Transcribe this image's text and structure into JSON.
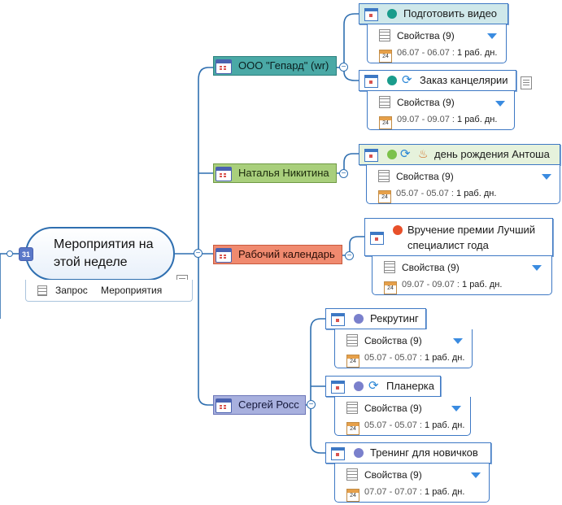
{
  "root": {
    "title": "Мероприятия на этой неделе",
    "calendar_day": "31",
    "query_label": "Запрос",
    "query_value": "Мероприятия"
  },
  "branches": [
    {
      "label": "ООО \"Гепард\" (wr)",
      "tasks": [
        {
          "label": "Подготовить видео",
          "props": "Свойства (9)",
          "dates": "06.07 - 06.07 :",
          "duration": "1 раб. дн."
        },
        {
          "label": "Заказ канцелярии",
          "props": "Свойства (9)",
          "dates": "09.07 - 09.07 :",
          "duration": "1 раб. дн."
        }
      ]
    },
    {
      "label": "Наталья Никитина",
      "tasks": [
        {
          "label": "день рождения Антоша",
          "props": "Свойства (9)",
          "dates": "05.07 - 05.07 :",
          "duration": "1 раб. дн."
        }
      ]
    },
    {
      "label": "Рабочий календарь",
      "tasks": [
        {
          "label_line1": "Вручение премии Лучший",
          "label_line2": "специалист года",
          "props": "Свойства (9)",
          "dates": "09.07 - 09.07 :",
          "duration": "1 раб. дн."
        }
      ]
    },
    {
      "label": "Сергей Росс",
      "tasks": [
        {
          "label": "Рекрутинг",
          "props": "Свойства (9)",
          "dates": "05.07 - 05.07 :",
          "duration": "1 раб. дн."
        },
        {
          "label": "Планерка",
          "props": "Свойства (9)",
          "dates": "05.07 - 05.07 :",
          "duration": "1 раб. дн."
        },
        {
          "label": "Тренинг для новичков",
          "props": "Свойства (9)",
          "dates": "07.07 - 07.07 :",
          "duration": "1 раб. дн."
        }
      ]
    }
  ],
  "colors": {
    "connector": "#2f6fb0",
    "gepard": "#4aa9a6",
    "natalia": "#a9cf7c",
    "rabochiy": "#f08a6f",
    "sergey": "#a8b0de",
    "dot_teal": "#1a9c8c",
    "dot_green": "#7cc24a",
    "dot_red": "#e8502a",
    "dot_purple": "#7a80cc"
  },
  "icons": {
    "task": "calendar-task-icon",
    "sync": "recurring-sync-icon",
    "cake": "birthday-cake-icon",
    "note": "note-icon",
    "properties": "properties-list-icon",
    "date": "calendar-24-icon"
  }
}
